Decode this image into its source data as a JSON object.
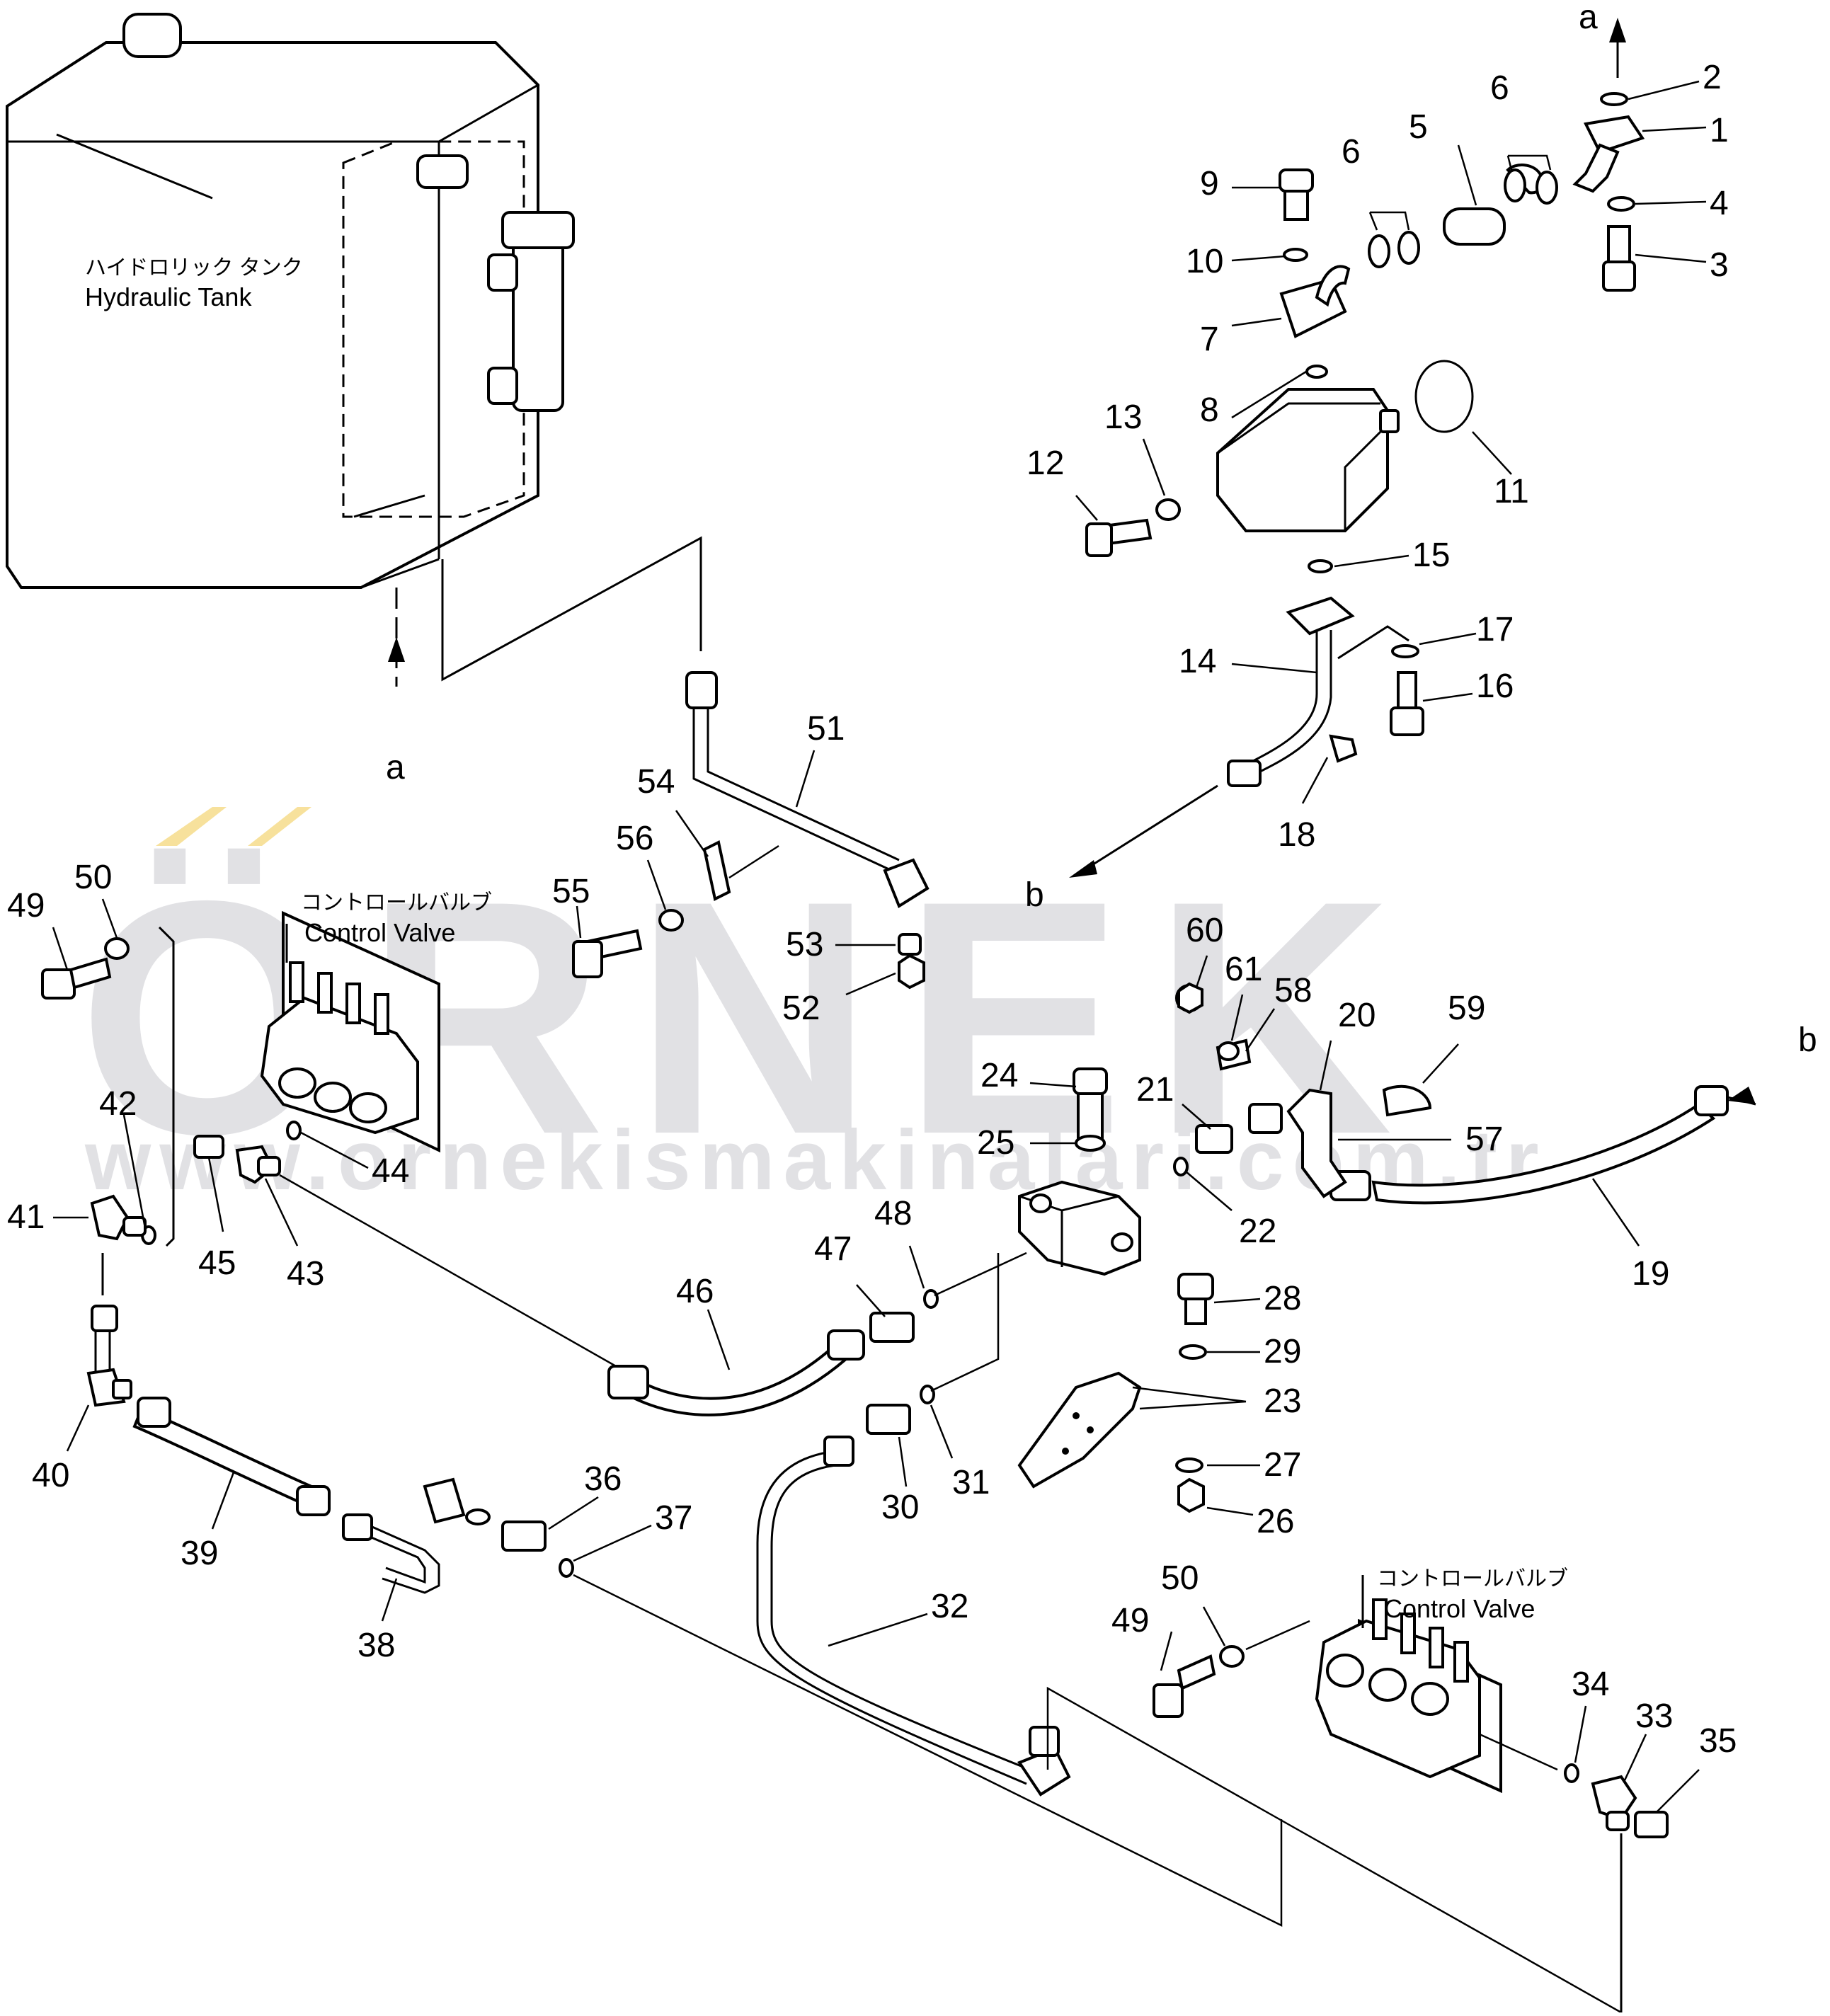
{
  "tank": {
    "label_jp": "ハイドロリック タンク",
    "label_en": "Hydraulic Tank"
  },
  "valve_left": {
    "label_jp": "コントロールバルブ",
    "label_en": "Control  Valve"
  },
  "valve_right": {
    "label_jp": "コントロールバルブ",
    "label_en": "Control  Valve"
  },
  "connection_a": "a",
  "connection_b": "b",
  "watermark": {
    "logo": "ÖRNEK",
    "url": "www.ornekismakinalari.com.tr"
  },
  "parts": [
    "1",
    "2",
    "3",
    "4",
    "5",
    "6",
    "7",
    "8",
    "9",
    "10",
    "11",
    "12",
    "13",
    "14",
    "15",
    "16",
    "17",
    "18",
    "19",
    "20",
    "21",
    "22",
    "23",
    "24",
    "25",
    "26",
    "27",
    "28",
    "29",
    "30",
    "31",
    "32",
    "33",
    "34",
    "35",
    "36",
    "37",
    "38",
    "39",
    "40",
    "41",
    "42",
    "43",
    "44",
    "45",
    "46",
    "47",
    "48",
    "49",
    "50",
    "51",
    "52",
    "53",
    "54",
    "55",
    "56",
    "57",
    "58",
    "59",
    "60",
    "61"
  ],
  "part_6_second": "6",
  "part_49_second": "49",
  "part_50_second": "50"
}
